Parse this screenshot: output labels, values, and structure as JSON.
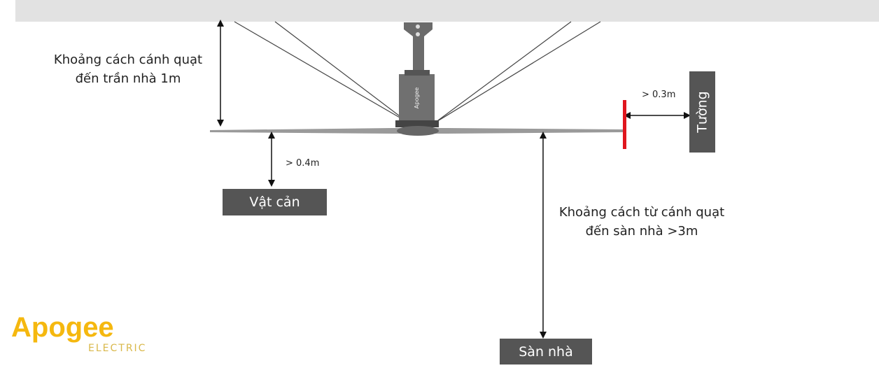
{
  "labels": {
    "ceiling_distance": "Khoảng cách cánh quạt\nđến trần nhà 1m",
    "obstacle_distance": "> 0.4m",
    "wall_distance": "> 0.3m",
    "floor_distance": "Khoảng cách từ cánh quạt\nđến sàn nhà >3m"
  },
  "boxes": {
    "obstacle": "Vật cản",
    "floor": "Sàn nhà",
    "wall": "Tường"
  },
  "logo": {
    "brand": "Apogee",
    "sub": "ELECTRIC"
  },
  "colors": {
    "accent": "#f5b80f",
    "box": "#555555",
    "wall_marker": "#e0161e",
    "ceiling": "#e2e2e2"
  }
}
